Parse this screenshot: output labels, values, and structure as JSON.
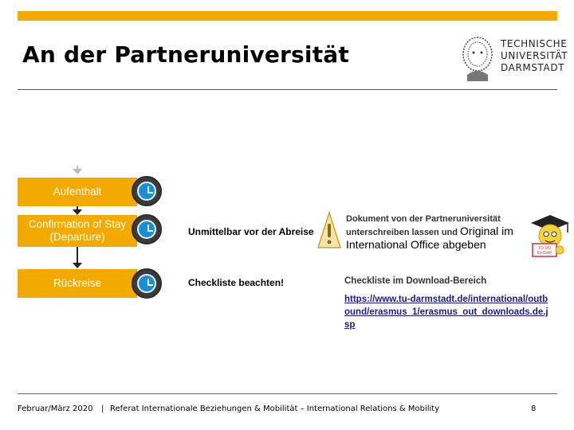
{
  "header": {
    "title": "An der Partneruniversität",
    "accent_color": "#f2a900"
  },
  "logo": {
    "line1": "TECHNISCHE",
    "line2": "UNIVERSITÄT",
    "line3": "DARMSTADT"
  },
  "flow": {
    "steps": [
      {
        "label": "Aufenthalt",
        "icon": "clock-icon"
      },
      {
        "label": "Confirmation of Stay (Departure)",
        "icon": "clock-icon"
      },
      {
        "label": "Rückreise",
        "icon": "clock-icon"
      }
    ]
  },
  "details": {
    "timing_1": "Unmittelbar vor der Abreise",
    "warning_icon": "warning-icon",
    "doc_text_1": "Dokument von der Partneruniversität unterschreiben lassen und",
    "doc_text_2": "Original im International Office abgeben",
    "todo_icon": "todo-student-icon",
    "timing_2": "Checkliste beachten!",
    "checklist_text": "Checkliste im Download-Bereich",
    "checklist_link": "https://www.tu-darmstadt.de/international/outbound/erasmus_1/erasmus_out_downloads.de.jsp"
  },
  "footer": {
    "date": "Februar/März 2020",
    "separator": "|",
    "department": "Referat Internationale Beziehungen & Mobilität – International Relations & Mobility",
    "page_number": "8"
  }
}
